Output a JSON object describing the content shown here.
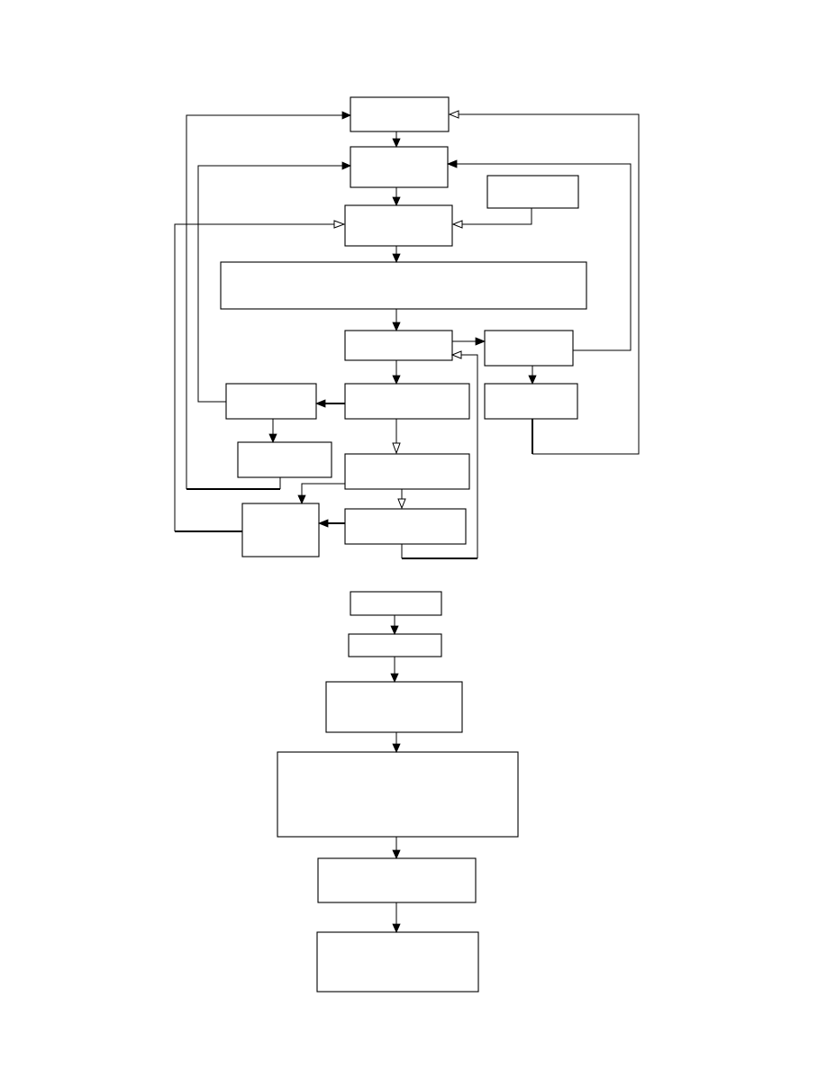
{
  "diagram": {
    "kind": "flowchart",
    "boxes": [
      {
        "id": "b1",
        "text": ""
      },
      {
        "id": "b2",
        "text": ""
      },
      {
        "id": "b3",
        "text": ""
      },
      {
        "id": "b4",
        "text": ""
      },
      {
        "id": "b5",
        "text": ""
      },
      {
        "id": "b6",
        "text": ""
      },
      {
        "id": "b7",
        "text": ""
      },
      {
        "id": "b8",
        "text": ""
      },
      {
        "id": "b9",
        "text": ""
      },
      {
        "id": "b10",
        "text": ""
      },
      {
        "id": "b11",
        "text": ""
      },
      {
        "id": "b12",
        "text": ""
      },
      {
        "id": "b13",
        "text": ""
      },
      {
        "id": "b14",
        "text": ""
      },
      {
        "id": "c1",
        "text": ""
      },
      {
        "id": "c2",
        "text": ""
      },
      {
        "id": "c3",
        "text": ""
      },
      {
        "id": "c4",
        "text": ""
      },
      {
        "id": "c5",
        "text": ""
      },
      {
        "id": "c6",
        "text": ""
      }
    ]
  }
}
